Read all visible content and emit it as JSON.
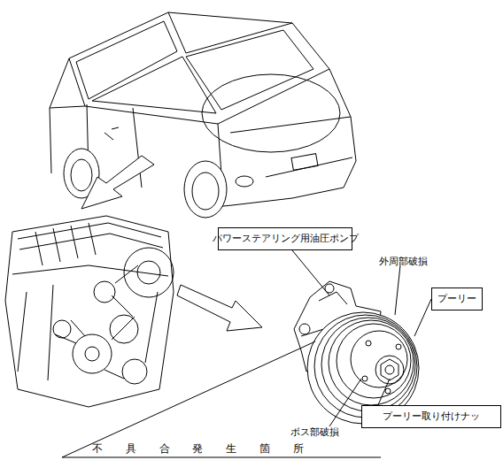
{
  "diagram": {
    "caption": "不 具 合 発 生 箇 所",
    "nodes": [
      {
        "text": [
          "パワーステアリング用油圧ポンプ"
        ]
      },
      {
        "text": [
          "プーリー"
        ]
      },
      {
        "text": [
          "プーリー取り付けナッ"
        ]
      }
    ],
    "labels": [
      "外周部破損",
      "ボス部破損"
    ]
  }
}
